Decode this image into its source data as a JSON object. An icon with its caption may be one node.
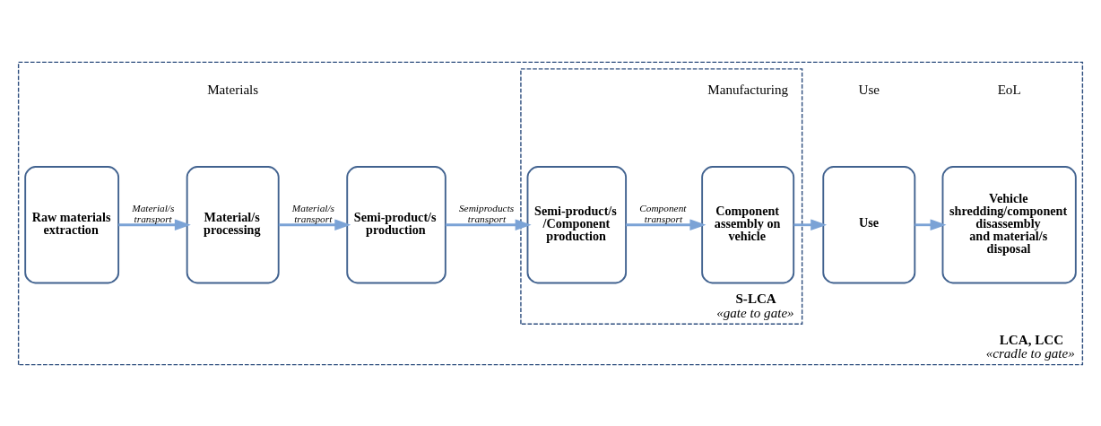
{
  "diagram": {
    "nodes": [
      {
        "text": [
          "LCA, LCC",
          "«cradle to gate»"
        ]
      },
      {
        "text": [
          "Raw materials extraction"
        ],
        "in": 0
      },
      {
        "text": [
          "Material/s processing"
        ],
        "in": 0
      },
      {
        "text": [
          "Semi-product/s production"
        ],
        "in": 0
      },
      {
        "text": [
          "S-LCA",
          "«gate to gate»"
        ],
        "in": 0
      },
      {
        "text": [
          "Semi-product/s /Component production"
        ],
        "in": 4
      },
      {
        "text": [
          "Component assembly on vehicle"
        ],
        "in": 4
      },
      {
        "text": [
          "Use"
        ],
        "in": 0
      },
      {
        "text": [
          "Vehicle shredding/component disassembly and material/s disposal"
        ],
        "in": 0
      }
    ],
    "edges": [
      {
        "from": 1,
        "to": 2,
        "arrow": "to",
        "label": "Material/s transport"
      },
      {
        "from": 2,
        "to": 3,
        "arrow": "to",
        "label": "Material/s transport"
      },
      {
        "from": 3,
        "to": 5,
        "arrow": "to",
        "label": "Semiproducts transport"
      },
      {
        "from": 5,
        "to": 6,
        "arrow": "to",
        "label": "Component transport"
      },
      {
        "from": 6,
        "to": 7,
        "arrow": "to"
      },
      {
        "from": 7,
        "to": 8,
        "arrow": "to"
      }
    ],
    "labels": [
      "Materials",
      "Manufacturing",
      "Use",
      "EoL"
    ]
  }
}
